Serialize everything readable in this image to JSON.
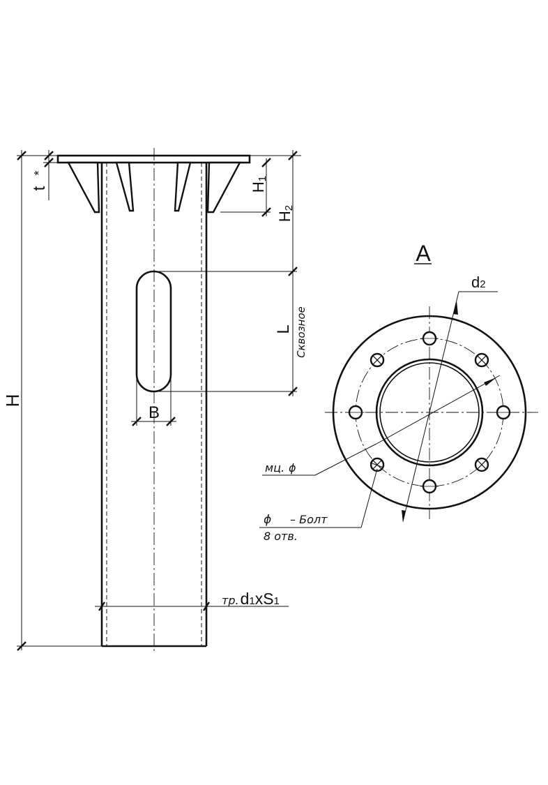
{
  "labels": {
    "t": "t",
    "t_star": "*",
    "H": "H",
    "H1_main": "H",
    "H1_sub": "1",
    "H2_main": "H",
    "H2_sub": "2",
    "L": "L",
    "through": "Сквозное",
    "B": "B",
    "view": "А",
    "d2_main": "d",
    "d2_sub": "2",
    "pcd_prefix": "мц.",
    "pcd_phi": "ϕ",
    "bolt_phi": "ϕ",
    "bolt_text": "– Болт",
    "holes": "8 отв.",
    "pipe_prefix": "тр.",
    "pipe_d": "d",
    "pipe_d_sub": "1",
    "pipe_x": "x",
    "pipe_s": "S",
    "pipe_s_sub": "1"
  },
  "bolt_holes": {
    "count": 8
  }
}
